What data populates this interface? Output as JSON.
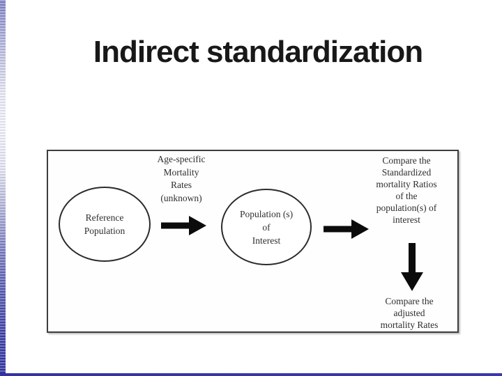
{
  "slide": {
    "title": "Indirect standardization",
    "accent_colors": {
      "edge_top": "#8083c6",
      "edge_middle": "#f6f6fb",
      "edge_bottom": "#3134a0",
      "bottom_bar": "#35339f"
    }
  },
  "diagram": {
    "flow": {
      "source_node": "Reference\nPopulation",
      "arrow1_label": "Age-specific\nMortality\nRates\n(unknown)",
      "target_node": "Population (s)\nof\nInterest",
      "compare_step1": "Compare the\nStandardized\nmortality Ratios\nof the\npopulation(s) of\ninterest",
      "compare_step2": "Compare the\nadjusted\nmortality Rates"
    },
    "icons": {
      "arrow_right_1": "arrow-right-icon",
      "arrow_right_2": "arrow-right-icon",
      "arrow_down": "arrow-down-icon"
    }
  }
}
